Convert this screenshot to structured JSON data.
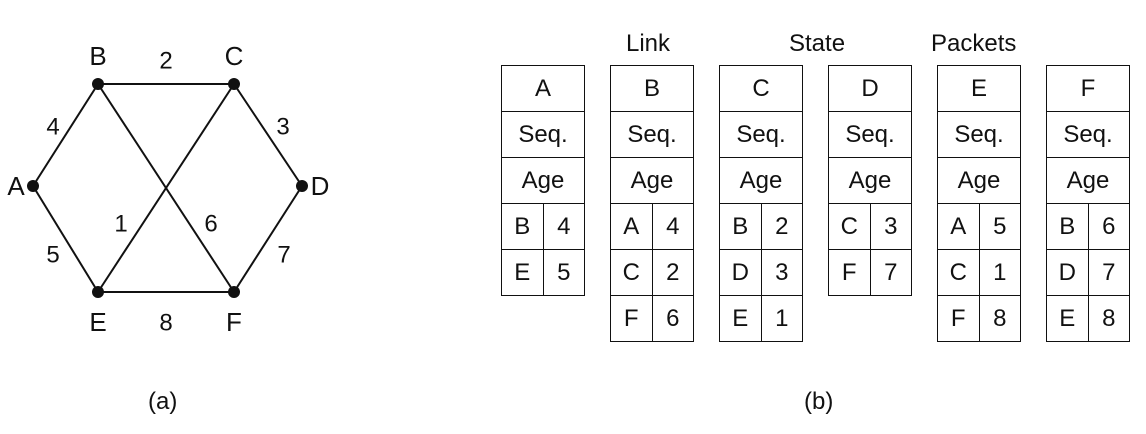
{
  "graph": {
    "nodes": [
      {
        "id": "A",
        "label": "A"
      },
      {
        "id": "B",
        "label": "B"
      },
      {
        "id": "C",
        "label": "C"
      },
      {
        "id": "D",
        "label": "D"
      },
      {
        "id": "E",
        "label": "E"
      },
      {
        "id": "F",
        "label": "F"
      }
    ],
    "edges": [
      {
        "from": "B",
        "to": "C",
        "weight": "2"
      },
      {
        "from": "A",
        "to": "B",
        "weight": "4"
      },
      {
        "from": "C",
        "to": "D",
        "weight": "3"
      },
      {
        "from": "A",
        "to": "E",
        "weight": "5"
      },
      {
        "from": "E",
        "to": "C",
        "weight": "1"
      },
      {
        "from": "B",
        "to": "F",
        "weight": "6"
      },
      {
        "from": "D",
        "to": "F",
        "weight": "7"
      },
      {
        "from": "E",
        "to": "F",
        "weight": "8"
      }
    ]
  },
  "header": {
    "word1": "Link",
    "word2": "State",
    "word3": "Packets"
  },
  "captions": {
    "a": "(a)",
    "b": "(b)"
  },
  "packet_labels": {
    "seq": "Seq.",
    "age": "Age"
  },
  "packets": [
    {
      "router": "A",
      "links": [
        [
          "B",
          "4"
        ],
        [
          "E",
          "5"
        ]
      ]
    },
    {
      "router": "B",
      "links": [
        [
          "A",
          "4"
        ],
        [
          "C",
          "2"
        ],
        [
          "F",
          "6"
        ]
      ]
    },
    {
      "router": "C",
      "links": [
        [
          "B",
          "2"
        ],
        [
          "D",
          "3"
        ],
        [
          "E",
          "1"
        ]
      ]
    },
    {
      "router": "D",
      "links": [
        [
          "C",
          "3"
        ],
        [
          "F",
          "7"
        ]
      ]
    },
    {
      "router": "E",
      "links": [
        [
          "A",
          "5"
        ],
        [
          "C",
          "1"
        ],
        [
          "F",
          "8"
        ]
      ]
    },
    {
      "router": "F",
      "links": [
        [
          "B",
          "6"
        ],
        [
          "D",
          "7"
        ],
        [
          "E",
          "8"
        ]
      ]
    }
  ]
}
